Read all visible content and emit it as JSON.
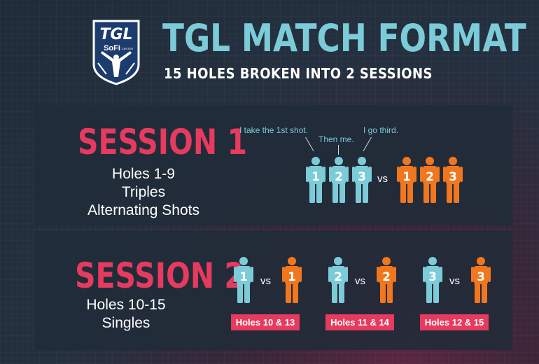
{
  "header": {
    "title": "TGL MATCH FORMAT",
    "subtitle": "15 HOLES BROKEN INTO 2 SESSIONS",
    "logo": {
      "brand": "TGL",
      "sponsor": "SoFi",
      "sponsor_mark": "CENTER"
    }
  },
  "colors": {
    "accent_teal": "#7ccbd8",
    "accent_pink": "#e63a5e",
    "accent_orange": "#f0771e"
  },
  "session1": {
    "title": "SESSION 1",
    "lines": [
      "Holes 1-9",
      "Triples",
      "Alternating Shots"
    ],
    "callouts": [
      "I take the 1st shot.",
      "Then me.",
      "I go third."
    ],
    "team_a_numbers": [
      "1",
      "2",
      "3"
    ],
    "team_b_numbers": [
      "1",
      "2",
      "3"
    ],
    "vs": "vs"
  },
  "session2": {
    "title": "SESSION 2",
    "lines": [
      "Holes 10-15",
      "Singles"
    ],
    "matchups": [
      {
        "a": "1",
        "b": "1",
        "vs": "vs",
        "holes": "Holes 10 & 13"
      },
      {
        "a": "2",
        "b": "2",
        "vs": "vs",
        "holes": "Holes 11 & 14"
      },
      {
        "a": "3",
        "b": "3",
        "vs": "vs",
        "holes": "Holes 12 & 15"
      }
    ]
  }
}
